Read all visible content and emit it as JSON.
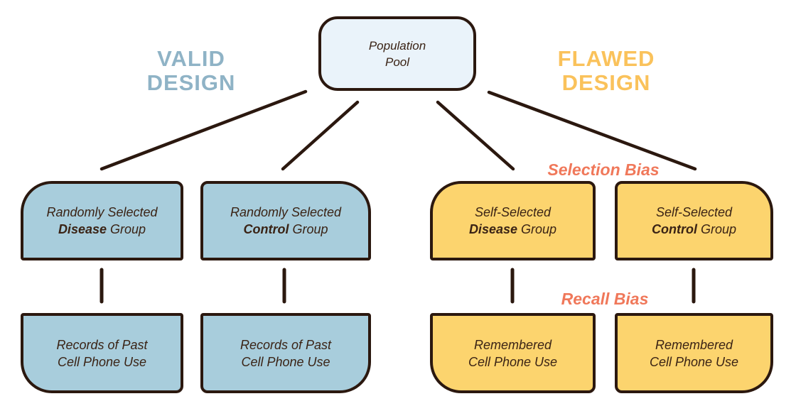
{
  "colors": {
    "background": "#ffffff",
    "outline": "#2b180f",
    "box-text": "#3a2315",
    "blue-fill": "#a8cddc",
    "yellow-fill": "#fcd46e",
    "pool-fill": "#eaf3fa",
    "valid-heading": "#8fb3c6",
    "flawed-heading": "#fac25b",
    "bias": "#f0785a"
  },
  "headings": {
    "valid": {
      "line1": "VALID",
      "line2": "DESIGN"
    },
    "flawed": {
      "line1": "FLAWED",
      "line2": "DESIGN"
    }
  },
  "pool": {
    "line1": "Population",
    "line2": "Pool"
  },
  "bias": {
    "selection": "Selection Bias",
    "recall": "Recall Bias"
  },
  "valid_branch": {
    "disease_group": {
      "line1": "Randomly Selected",
      "bold": "Disease",
      "rest": "Group"
    },
    "control_group": {
      "line1": "Randomly Selected",
      "bold": "Control",
      "rest": "Group"
    },
    "disease_outcome": {
      "line1": "Records of Past",
      "line2": "Cell Phone Use"
    },
    "control_outcome": {
      "line1": "Records of Past",
      "line2": "Cell Phone Use"
    }
  },
  "flawed_branch": {
    "disease_group": {
      "line1": "Self-Selected",
      "bold": "Disease",
      "rest": "Group"
    },
    "control_group": {
      "line1": "Self-Selected",
      "bold": "Control",
      "rest": "Group"
    },
    "disease_outcome": {
      "line1": "Remembered",
      "line2": "Cell Phone Use"
    },
    "control_outcome": {
      "line1": "Remembered",
      "line2": "Cell Phone Use"
    }
  }
}
